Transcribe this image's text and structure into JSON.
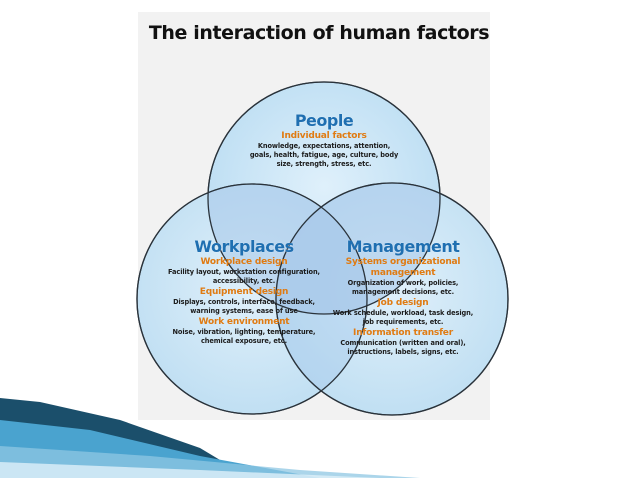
{
  "title": "The interaction of human factors",
  "people": {
    "heading": "People",
    "sections": [
      {
        "subheading": "Individual factors",
        "text_lines": [
          "Knowledge, expectations, attention,",
          "goals, health, fatigue, age, culture, body",
          "size, strength, stress, etc."
        ]
      }
    ]
  },
  "workplaces": {
    "heading": "Workplaces",
    "sections": [
      {
        "subheading": "Workplace design",
        "text_lines": [
          "Facility layout, workstation configuration,",
          "accessibility, etc."
        ]
      },
      {
        "subheading": "Equipment design",
        "text_lines": [
          "Displays, controls, interface, feedback,",
          "warning systems, ease of use"
        ]
      },
      {
        "subheading": "Work environment",
        "text_lines": [
          "Noise, vibration, lighting, temperature,",
          "chemical exposure, etc."
        ]
      }
    ]
  },
  "management": {
    "heading": "Management",
    "sections": [
      {
        "subheading": "Systems organizational management",
        "text_lines": [
          "Organization of work, policies,",
          "management decisions, etc."
        ]
      },
      {
        "subheading": "Job design",
        "text_lines": [
          "Work schedule, workload, task design,",
          "job requirements, etc."
        ]
      },
      {
        "subheading": "Information transfer",
        "text_lines": [
          "Communication (written and oral),",
          "instructions, labels, signs, etc."
        ]
      }
    ]
  },
  "colors": {
    "circle_fill": "#cfe6f5",
    "circle_stroke": "#1f2a33",
    "overlap_fill": "#a9c9ea",
    "heading": "#1f6fb1",
    "subheading": "#e07b12",
    "corner_dark": "#1b4f6b",
    "corner_light": "#4aa3cf"
  }
}
